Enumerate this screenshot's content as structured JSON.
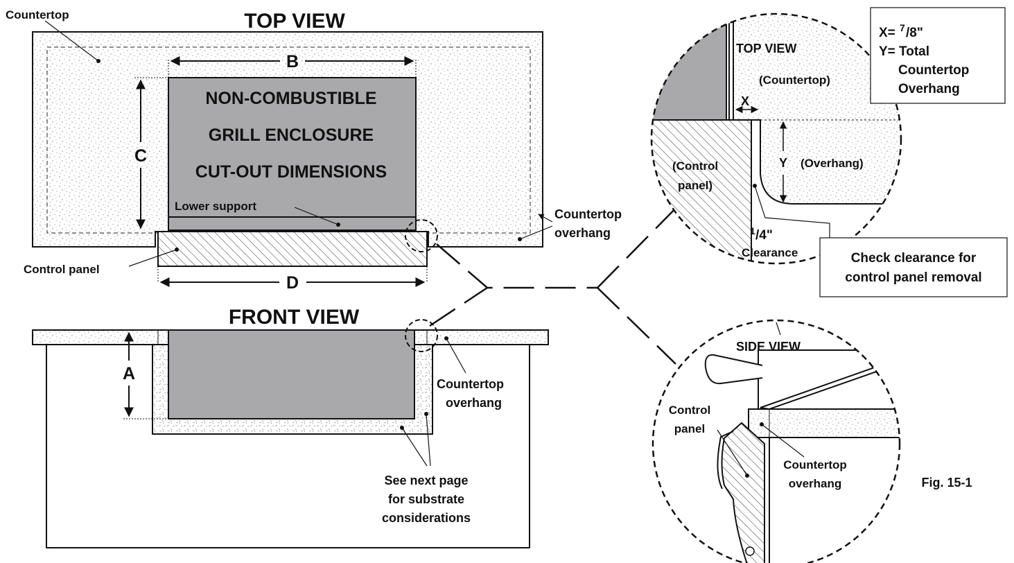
{
  "top_view": {
    "title": "TOP VIEW",
    "countertop_label": "Countertop",
    "enclosure_lines": [
      "NON-COMBUSTIBLE",
      "GRILL ENCLOSURE",
      "CUT-OUT DIMENSIONS"
    ],
    "lower_support_label": "Lower support",
    "control_panel_label": "Control panel",
    "overhang_label_lines": [
      "Countertop",
      "overhang"
    ],
    "dimension_b": "B",
    "dimension_c": "C",
    "dimension_d": "D"
  },
  "front_view": {
    "title": "FRONT VIEW",
    "dimension_a": "A",
    "overhang_label_lines": [
      "Countertop",
      "overhang"
    ],
    "substrate_note_lines": [
      "See next page",
      "for substrate",
      "considerations"
    ]
  },
  "detail_top": {
    "title": "TOP VIEW",
    "countertop_label": "(Countertop)",
    "control_panel_lines": [
      "(Control",
      "panel)"
    ],
    "x_label": "X",
    "y_label": "Y",
    "overhang_label": "(Overhang)",
    "clearance_num": "1",
    "clearance_den": "/4\"",
    "clearance_label": "Clearance"
  },
  "legend": {
    "x_prefix": "X= ",
    "x_num": "7",
    "x_den": "/8\"",
    "y_prefix": "Y= Total",
    "y_lines": [
      "Countertop",
      "Overhang"
    ]
  },
  "check_note_lines": [
    "Check clearance for",
    "control panel removal"
  ],
  "detail_side": {
    "title": "SIDE VIEW",
    "control_panel_lines": [
      "Control",
      "panel"
    ],
    "overhang_lines": [
      "Countertop",
      "overhang"
    ]
  },
  "figure_label": "Fig. 15-1",
  "colors": {
    "enclosure": "#a9a9ab",
    "line": "#111111",
    "background": "#ffffff"
  }
}
